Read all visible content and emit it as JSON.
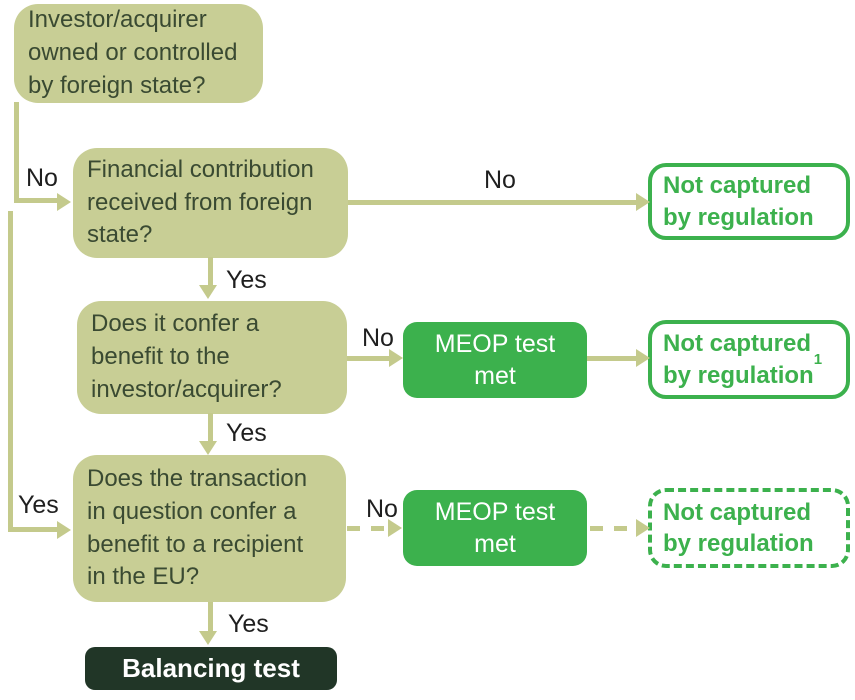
{
  "colors": {
    "question_box_fill": "#c8ce95",
    "connector": "#c4ca8c",
    "question_text": "#3a4a32",
    "edge_label_text": "#1f1f1f",
    "green_accent": "#3cb14d",
    "meop_fill": "#3cb14d",
    "balancing_fill": "#213627",
    "background": "#ffffff"
  },
  "flowchart": {
    "type": "decision-flowchart",
    "nodes": {
      "q1": "Investor/acquirer\nowned or controlled\nby foreign state?",
      "q2": "Financial contribution\nreceived from foreign\nstate?",
      "q3": "Does it confer a\nbenefit to the\ninvestor/acquirer?",
      "q4": "Does the transaction\nin question confer a\nbenefit to a recipient\nin the EU?",
      "meop_1": "MEOP test\nmet",
      "meop_2": "MEOP test\nmet",
      "not_captured_1": "Not captured\nby regulation",
      "not_captured_2": "Not captured\nby regulation",
      "not_captured_2_footnote": "1",
      "not_captured_3": "Not captured\nby regulation",
      "balancing": "Balancing test"
    },
    "edge_labels": {
      "q1_no": "No",
      "q1_yes": "Yes",
      "q2_no": "No",
      "q2_yes": "Yes",
      "q3_no": "No",
      "q3_yes": "Yes",
      "q4_no": "No",
      "q4_yes": "Yes"
    }
  }
}
